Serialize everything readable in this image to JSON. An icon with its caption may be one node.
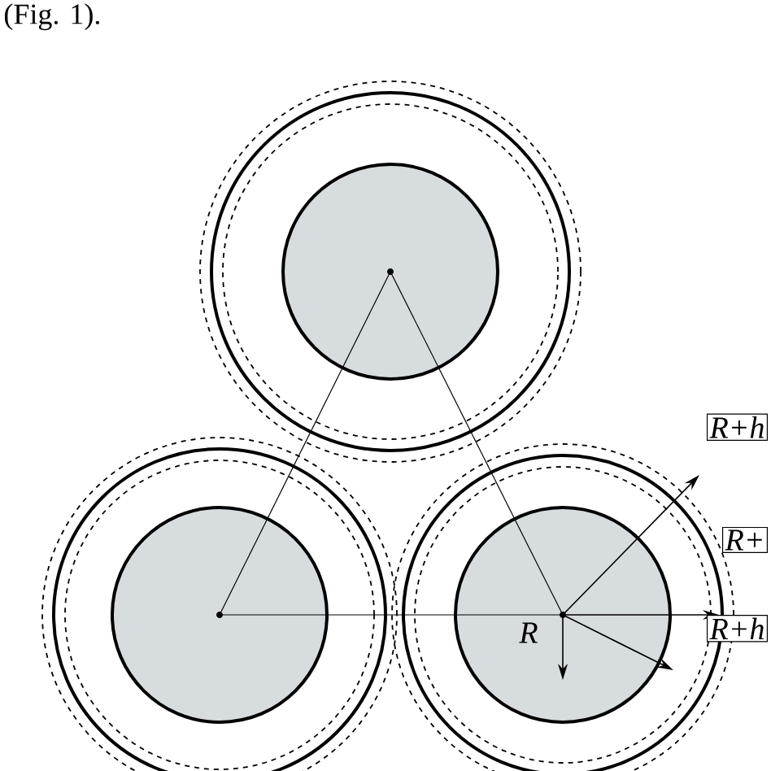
{
  "diagram": {
    "labels": [
      "(Fig. 1).",
      "R+h",
      "R+",
      "R",
      "R+h"
    ]
  }
}
